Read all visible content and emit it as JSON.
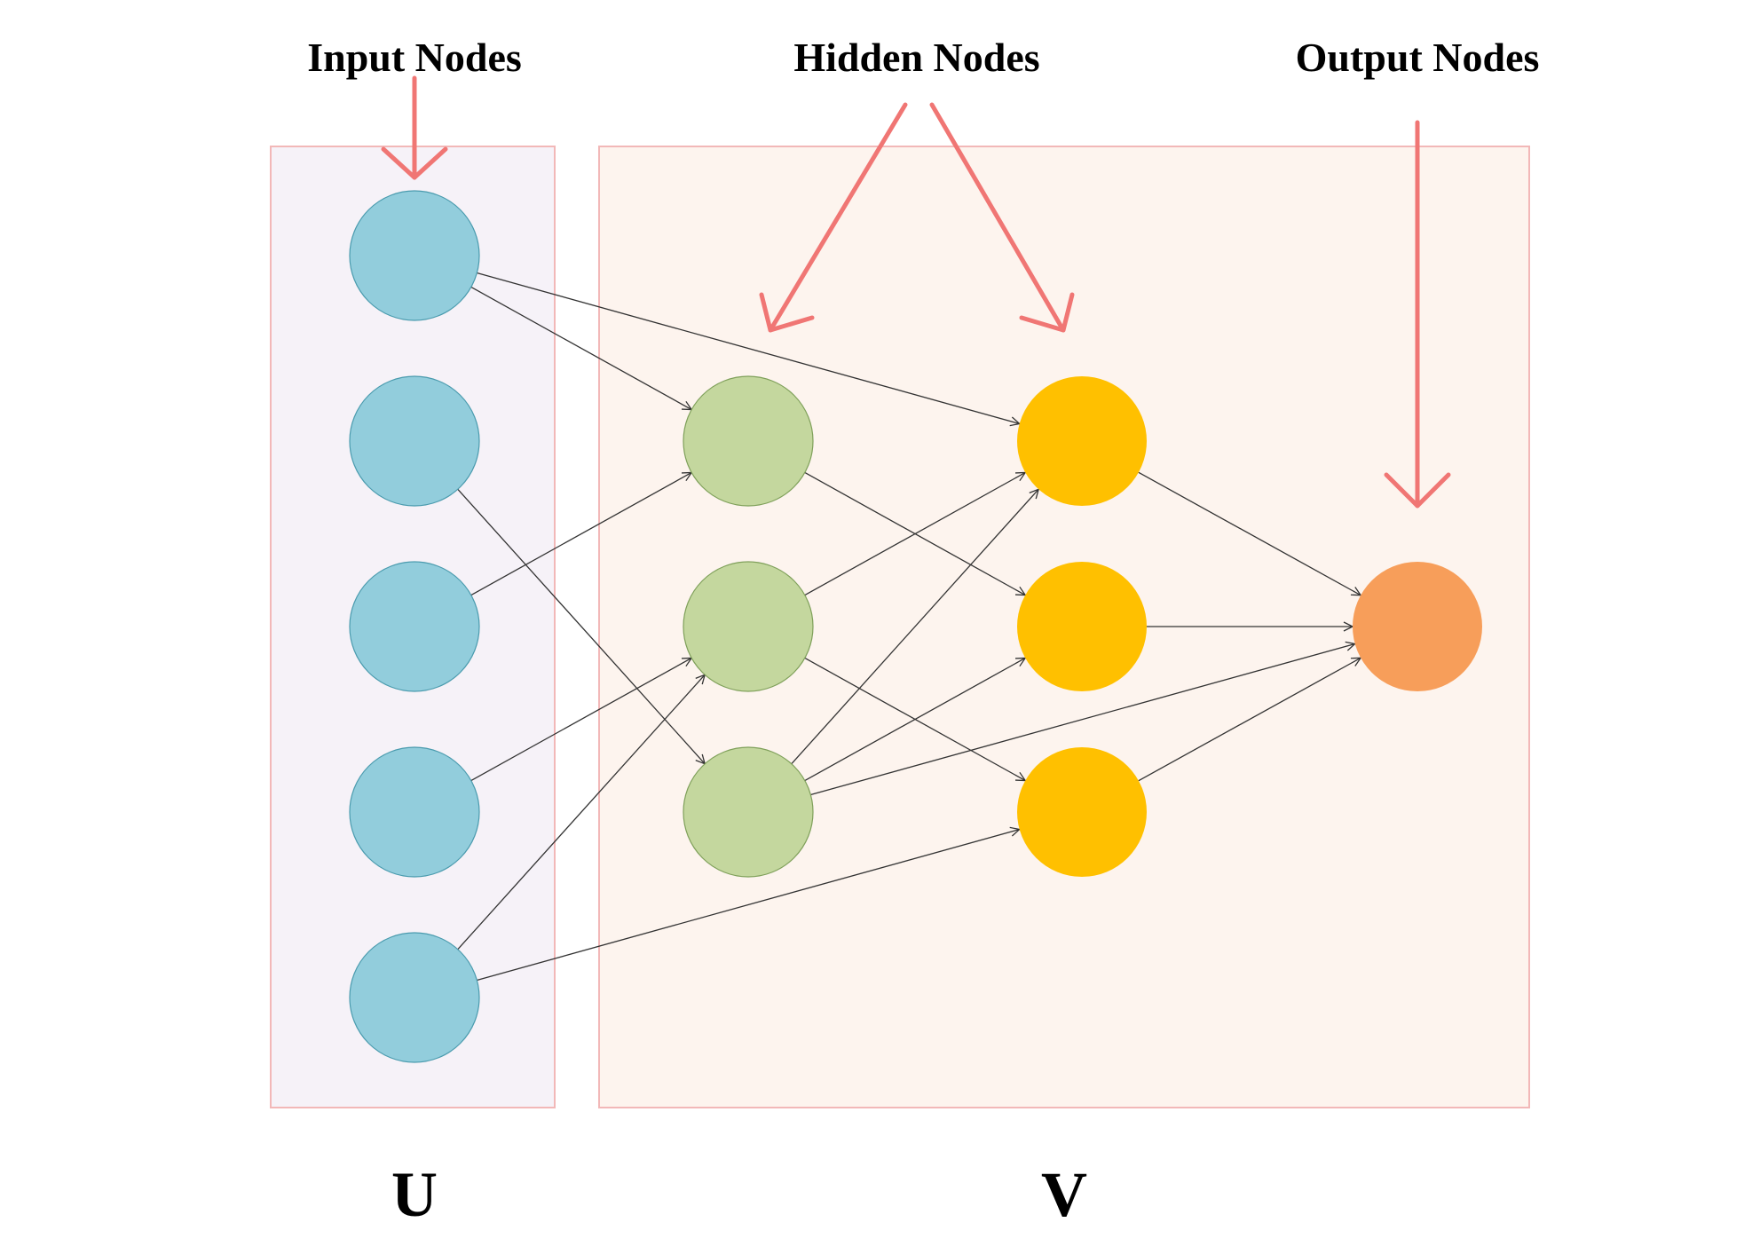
{
  "labels": {
    "input_nodes": "Input Nodes",
    "hidden_nodes": "Hidden Nodes",
    "output_nodes": "Output Nodes",
    "group_u": "U",
    "group_v": "V"
  },
  "colors": {
    "input_node": "#92CDDC",
    "input_stroke": "#4A9BAE",
    "hidden1_node": "#C4D79E",
    "hidden1_stroke": "#7FA05A",
    "hidden2_node": "#FFC000",
    "output_node": "#F79E5A",
    "group_u_fill": "#F6F2F8",
    "group_v_fill": "#FDF4EE",
    "group_border": "#F2B8B8",
    "pointer_arrow": "#F07674",
    "edge": "#333333"
  },
  "layers": {
    "input": {
      "group": "U",
      "count": 5
    },
    "hidden_1": {
      "group": "V",
      "count": 3
    },
    "hidden_2": {
      "group": "V",
      "count": 3
    },
    "output": {
      "group": "V",
      "count": 1
    }
  },
  "edges": [
    [
      "input.0",
      "hidden_1.0"
    ],
    [
      "input.0",
      "hidden_2.0"
    ],
    [
      "input.1",
      "hidden_1.2"
    ],
    [
      "input.2",
      "hidden_1.0"
    ],
    [
      "input.3",
      "hidden_1.1"
    ],
    [
      "input.4",
      "hidden_1.1"
    ],
    [
      "input.4",
      "hidden_2.2"
    ],
    [
      "hidden_1.0",
      "hidden_2.1"
    ],
    [
      "hidden_1.1",
      "hidden_2.0"
    ],
    [
      "hidden_1.1",
      "hidden_2.2"
    ],
    [
      "hidden_1.2",
      "hidden_2.0"
    ],
    [
      "hidden_1.2",
      "hidden_2.1"
    ],
    [
      "hidden_1.2",
      "output.0"
    ],
    [
      "hidden_2.0",
      "output.0"
    ],
    [
      "hidden_2.1",
      "output.0"
    ],
    [
      "hidden_2.2",
      "output.0"
    ]
  ]
}
